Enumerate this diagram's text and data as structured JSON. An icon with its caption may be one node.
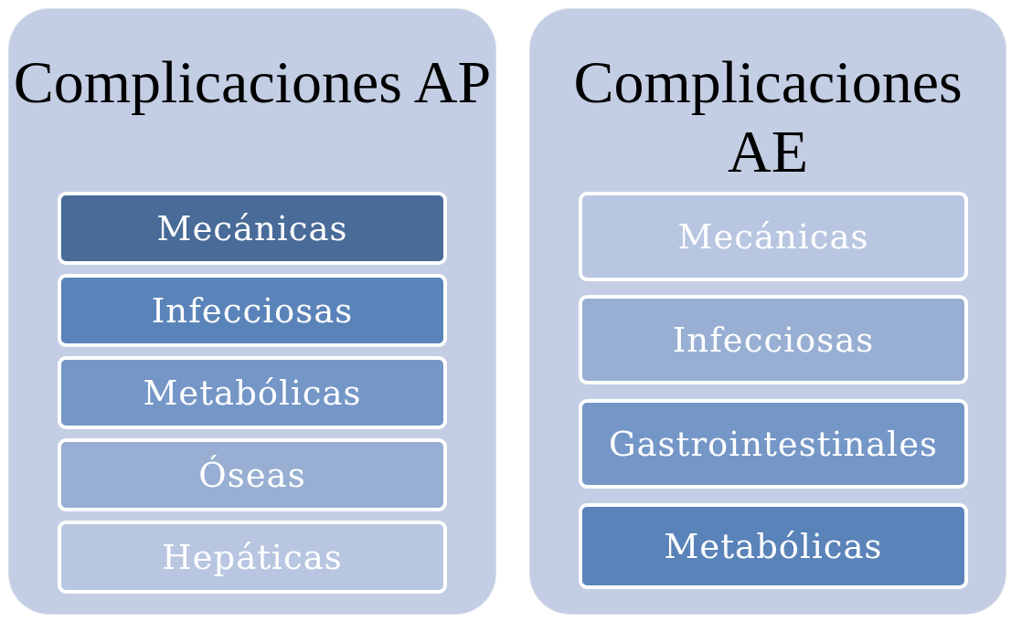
{
  "diagram": {
    "nodes": [
      {
        "text": [
          "Complicaciones AP"
        ]
      },
      {
        "text": [
          "Mecánicas"
        ],
        "in": 0
      },
      {
        "text": [
          "Infecciosas"
        ],
        "in": 0
      },
      {
        "text": [
          "Metabólicas"
        ],
        "in": 0
      },
      {
        "text": [
          "Óseas"
        ],
        "in": 0
      },
      {
        "text": [
          "Hepáticas"
        ],
        "in": 0
      },
      {
        "text": [
          "Complicaciones AE"
        ]
      },
      {
        "text": [
          "Mecánicas"
        ],
        "in": 6
      },
      {
        "text": [
          "Infecciosas"
        ],
        "in": 6
      },
      {
        "text": [
          "Gastrointestinales"
        ],
        "in": 6
      },
      {
        "text": [
          "Metabólicas"
        ],
        "in": 6
      }
    ]
  }
}
